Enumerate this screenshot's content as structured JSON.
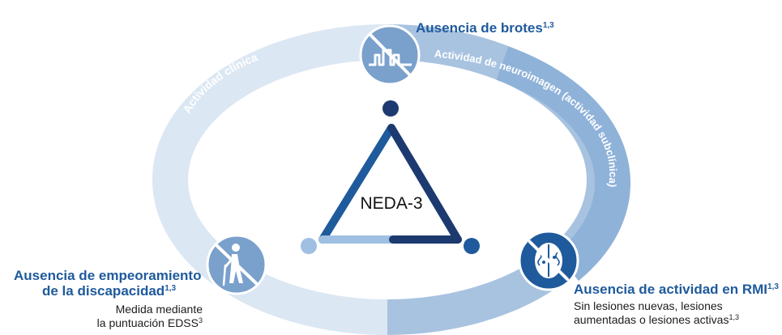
{
  "center_label": "NEDA-3",
  "arc_labels": {
    "clinical": "Actividad clínica",
    "imaging": "Actividad de neuroimagen (actividad subclínica)"
  },
  "relapses": {
    "title": "Ausencia de brotes",
    "ref": "1,3"
  },
  "disability": {
    "title_line1": "Ausencia de empeoramiento",
    "title_line2": "de la discapacidad",
    "ref": "1,3",
    "desc_line1": "Medida mediante",
    "desc_line2": "la puntuación EDSS",
    "desc_ref": "3"
  },
  "mri": {
    "title": "Ausencia de actividad en RMI",
    "ref": "1,3",
    "desc_line1": "Sin lesiones nuevas, lesiones",
    "desc_line2": "aumentadas o lesiones activas",
    "desc_ref": "1,3"
  },
  "icons": [
    "relapse-waveform-icon",
    "elderly-walking-icon",
    "brain-mri-icon"
  ],
  "colors": {
    "ring_light": "#dbe7f3",
    "ring_medium": "#a8c3e0",
    "ring_dark": "#7ea8d4",
    "icon_circle_mid": "#7aa0cc",
    "icon_circle_dark": "#1f5a9c",
    "triangle_dark": "#1f5a9c",
    "triangle_navy": "#1c3a70",
    "triangle_light": "#9fc0e2",
    "title_blue": "#1f5a9c"
  }
}
